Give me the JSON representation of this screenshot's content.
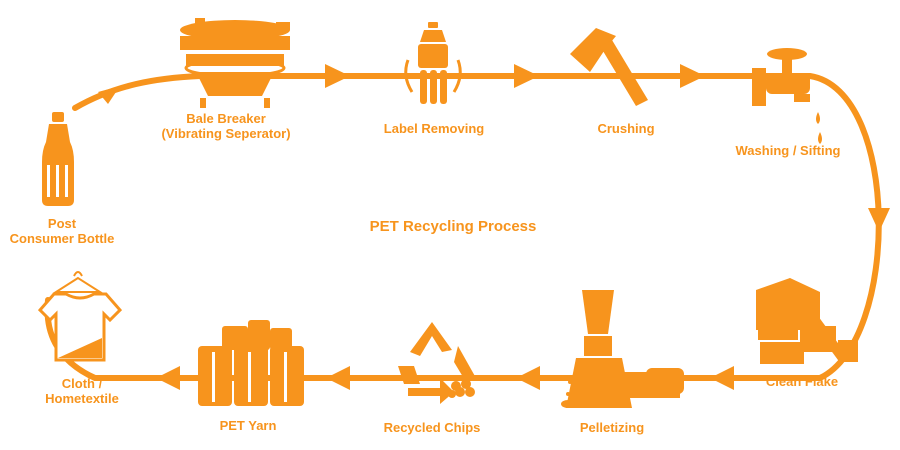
{
  "diagram": {
    "title": "PET Recycling Process",
    "accent_color": "#f7941d",
    "flow_direction": "clockwise",
    "steps": [
      {
        "label_lines": [
          "Post",
          "Consumer Bottle"
        ],
        "icon": "bottle-icon"
      },
      {
        "label_lines": [
          "Bale Breaker",
          "(Vibrating Seperator)"
        ],
        "icon": "vibrating-separator-icon"
      },
      {
        "label_lines": [
          "Label Removing"
        ],
        "icon": "label-removing-icon"
      },
      {
        "label_lines": [
          "Crushing"
        ],
        "icon": "hammer-icon"
      },
      {
        "label_lines": [
          "Washing / Sifting"
        ],
        "icon": "faucet-icon"
      },
      {
        "label_lines": [
          "Clean Flake"
        ],
        "icon": "flake-machine-icon"
      },
      {
        "label_lines": [
          "Pelletizing"
        ],
        "icon": "pelletizer-icon"
      },
      {
        "label_lines": [
          "Recycled Chips"
        ],
        "icon": "recycle-chips-icon"
      },
      {
        "label_lines": [
          "PET Yarn"
        ],
        "icon": "yarn-spools-icon"
      },
      {
        "label_lines": [
          "Cloth /",
          "Hometextile"
        ],
        "icon": "tshirt-hanger-icon"
      }
    ]
  }
}
